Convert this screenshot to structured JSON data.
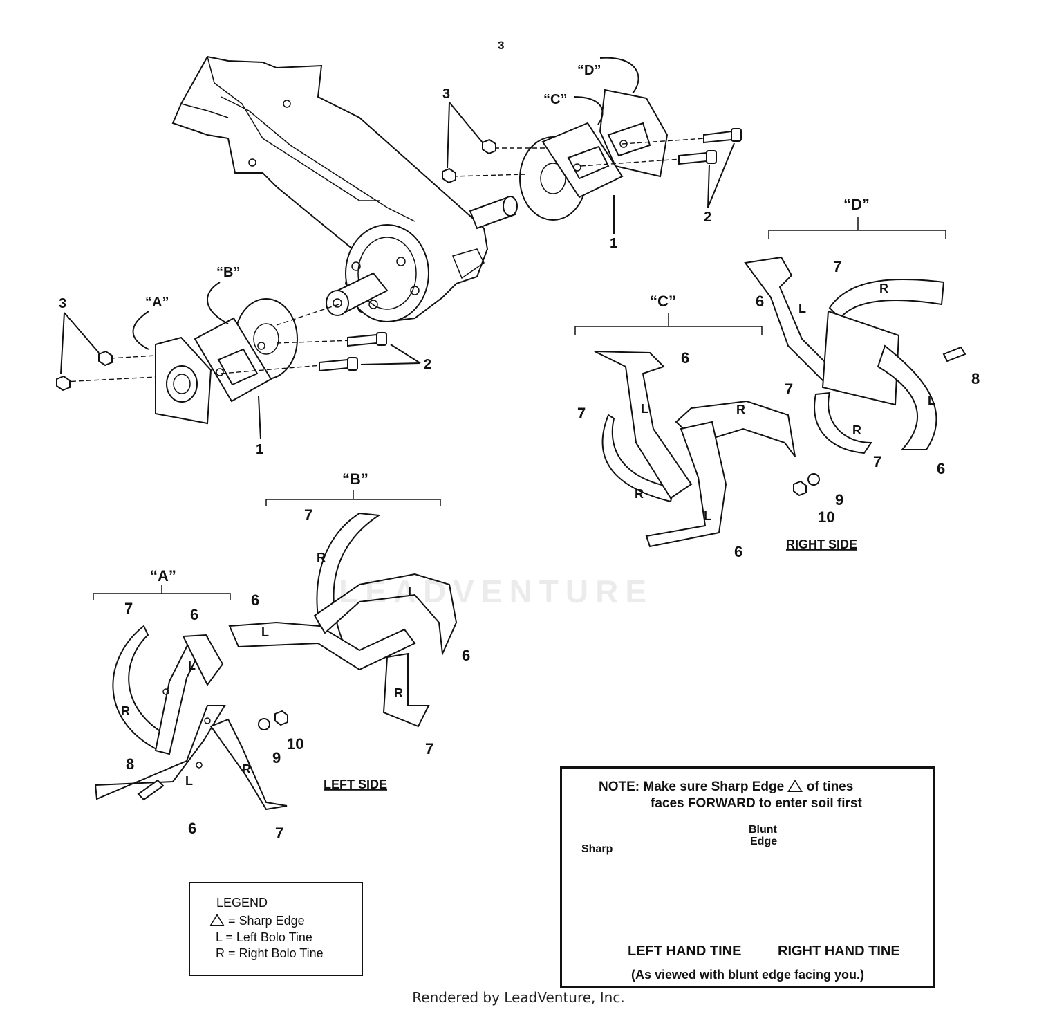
{
  "page_number": "3",
  "group_labels": {
    "a": "“A”",
    "b": "“B”",
    "c": "“C”",
    "d": "“D”"
  },
  "callouts": {
    "n1": "1",
    "n2": "2",
    "n3": "3",
    "n6": "6",
    "n7": "7",
    "n8": "8",
    "n9": "9",
    "n10": "10"
  },
  "tine_letters": {
    "left": "L",
    "right": "R"
  },
  "side_labels": {
    "left": "LEFT SIDE",
    "right": "RIGHT SIDE"
  },
  "legend": {
    "title": "LEGEND",
    "rows": [
      {
        "symbol": "sharp-edge-triangle",
        "text": "= Sharp Edge"
      },
      {
        "symbol": "L",
        "text": "=  Left Bolo Tine"
      },
      {
        "symbol": "R",
        "text": "=  Right Bolo Tine"
      }
    ]
  },
  "note": {
    "line1_prefix": "NOTE:  Make sure Sharp Edge",
    "line1_suffix": "of tines",
    "line2": "faces FORWARD to enter soil first",
    "sharp_label": "Sharp",
    "blunt_label_1": "Blunt",
    "blunt_label_2": "Edge",
    "left_hand": "LEFT HAND TINE",
    "right_hand": "RIGHT HAND TINE",
    "caption": "(As viewed with blunt edge facing you.)"
  },
  "watermark": "LEADVENTURE",
  "footer": "Rendered by LeadVenture, Inc."
}
